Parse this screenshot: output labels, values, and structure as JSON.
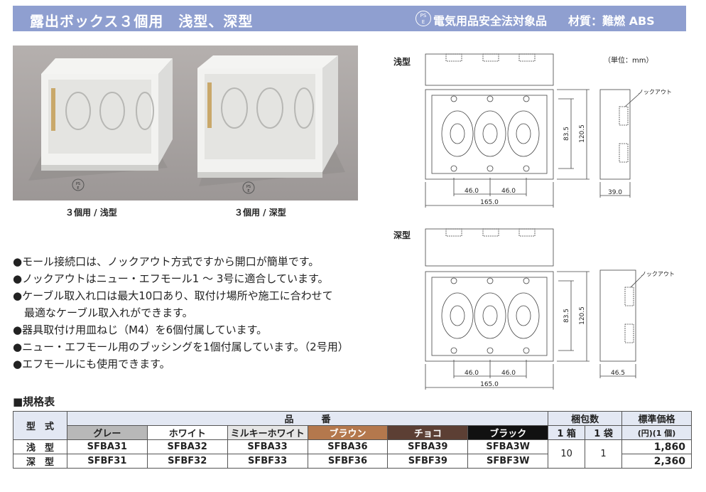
{
  "header": {
    "title": "露出ボックス３個用　浅型、深型",
    "pse": "PS E",
    "safety": "電気用品安全法対象品",
    "material": "材質：難燃 ABS"
  },
  "photo": {
    "caption_shallow": "３個用 / 浅型",
    "caption_deep": "３個用 / 深型"
  },
  "drawing": {
    "unit": "（単位：mm）",
    "shallow_label": "浅型",
    "deep_label": "深型",
    "knockout": "ノックアウト",
    "dim_46": "46.0",
    "dim_165": "165.0",
    "dim_83": "83.5",
    "dim_120": "120.5",
    "depth_shallow": "39.0",
    "depth_deep": "46.5"
  },
  "features": {
    "items": [
      "●モール接続口は、ノックアウト方式ですから開口が簡単です。",
      "●ノックアウトはニュー・エフモール1 ～ 3号に適合しています。",
      "●ケーブル取入れ口は最大10口あり、取付け場所や施工に合わせて",
      "最適なケーブル取入れができます。",
      "●器具取付け用皿ねじ（M4）を6個付属しています。",
      "●ニュー・エフモール用のブッシングを1個付属しています。（2号用）",
      "●エフモールにも使用できます。"
    ]
  },
  "spec": {
    "title": "■規格表",
    "col_type": "型　式",
    "col_hinban": "品　　　番",
    "col_pack": "梱包数",
    "col_price": "標準価格",
    "col_price_unit": "(円)(1 個)",
    "pack_box": "1 箱",
    "pack_bag": "1 袋",
    "colors": [
      {
        "name": "グレー",
        "bg": "#b8b8b8",
        "fg": "#222222"
      },
      {
        "name": "ホワイト",
        "bg": "#ffffff",
        "fg": "#222222"
      },
      {
        "name": "ミルキーホワイト",
        "bg": "#e6e6e6",
        "fg": "#222222"
      },
      {
        "name": "ブラウン",
        "bg": "#b4784d",
        "fg": "#ffffff"
      },
      {
        "name": "チョコ",
        "bg": "#5c3f34",
        "fg": "#ffffff"
      },
      {
        "name": "ブラック",
        "bg": "#111111",
        "fg": "#ffffff"
      }
    ],
    "rows": [
      {
        "type": "浅　型",
        "codes": [
          "SFBA31",
          "SFBA32",
          "SFBA33",
          "SFBA36",
          "SFBA39",
          "SFBA3W"
        ],
        "price": "1,860"
      },
      {
        "type": "深　型",
        "codes": [
          "SFBF31",
          "SFBF32",
          "SFBF33",
          "SFBF36",
          "SFBF39",
          "SFBF3W"
        ],
        "price": "2,360"
      }
    ],
    "pack_box_qty": "10",
    "pack_bag_qty": "1"
  }
}
